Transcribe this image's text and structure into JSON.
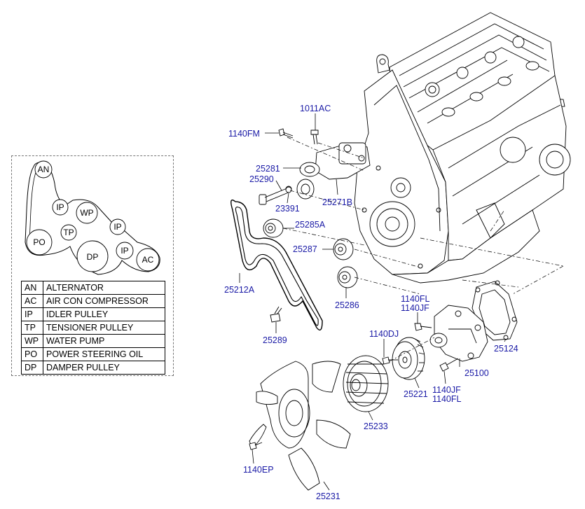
{
  "legend": {
    "pulleys": [
      {
        "abbr": "AN",
        "icon": "alternator-pulley"
      },
      {
        "abbr": "IP",
        "icon": "idler-pulley"
      },
      {
        "abbr": "WP",
        "icon": "water-pump-pulley"
      },
      {
        "abbr": "IP",
        "icon": "idler-pulley"
      },
      {
        "abbr": "TP",
        "icon": "tensioner-pulley"
      },
      {
        "abbr": "PO",
        "icon": "power-steering-pulley"
      },
      {
        "abbr": "DP",
        "icon": "damper-pulley"
      },
      {
        "abbr": "IP",
        "icon": "idler-pulley"
      },
      {
        "abbr": "AC",
        "icon": "ac-compressor-pulley"
      }
    ],
    "table": [
      {
        "code": "AN",
        "desc": "ALTERNATOR"
      },
      {
        "code": "AC",
        "desc": "AIR CON COMPRESSOR"
      },
      {
        "code": "IP",
        "desc": "IDLER PULLEY"
      },
      {
        "code": "TP",
        "desc": "TENSIONER PULLEY"
      },
      {
        "code": "WP",
        "desc": "WATER PUMP"
      },
      {
        "code": "PO",
        "desc": "POWER STEERING OIL"
      },
      {
        "code": "DP",
        "desc": "DAMPER PULLEY"
      }
    ]
  },
  "parts": {
    "p1011AC": "1011AC",
    "p1140FM": "1140FM",
    "p25281": "25281",
    "p25290": "25290",
    "p23391": "23391",
    "p25271B": "25271B",
    "p25285A": "25285A",
    "p25287": "25287",
    "p25286": "25286",
    "p25212A": "25212A",
    "p25289": "25289",
    "p1140FL_a": "1140FL",
    "p1140JF_a": "1140JF",
    "p25124": "25124",
    "p1140DJ": "1140DJ",
    "p25100": "25100",
    "p25221": "25221",
    "p1140JF_b": "1140JF",
    "p1140FL_b": "1140FL",
    "p25233": "25233",
    "p1140EP": "1140EP",
    "p25231": "25231"
  },
  "colors": {
    "part_number": "#1a1aa6",
    "line": "#000000",
    "background": "#ffffff"
  }
}
